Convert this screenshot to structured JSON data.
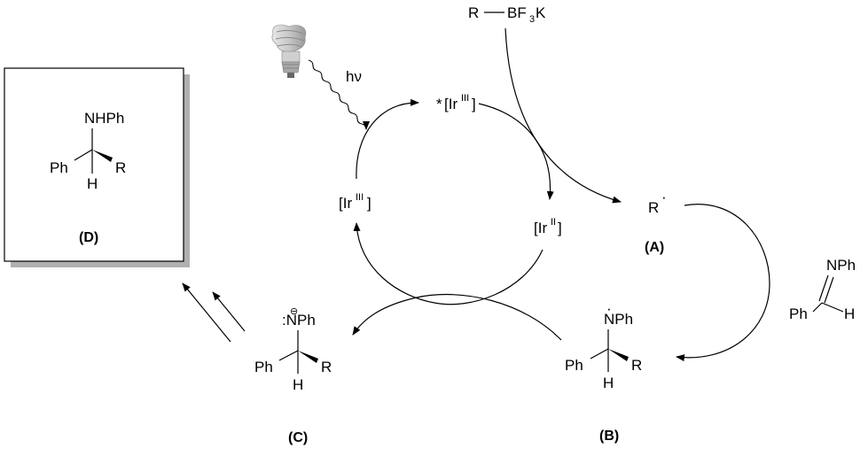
{
  "reagent": {
    "r": "R",
    "b": "BF",
    "sub": "3",
    "k": "K"
  },
  "light": {
    "label": "hν"
  },
  "catalyst": {
    "excited": {
      "star": "*",
      "ir": "[Ir",
      "ox": "III",
      "close": "]"
    },
    "reduced": {
      "ir": "[Ir",
      "ox": "II",
      "close": "]"
    },
    "ground": {
      "ir": "[Ir",
      "ox": "III",
      "close": "]"
    }
  },
  "radical_A": {
    "r": "R",
    "dot": "·",
    "label": "(A)"
  },
  "imine": {
    "n": "NPh",
    "ph": "Ph",
    "h": "H"
  },
  "radical_B": {
    "n": "NPh",
    "dot": "·",
    "ph": "Ph",
    "h": "H",
    "r": "R",
    "label": "(B)"
  },
  "anion_C": {
    "n": ":NPh",
    "charge": "⊖",
    "ph": "Ph",
    "h": "H",
    "r": "R",
    "label": "(C)"
  },
  "product_D": {
    "n": "NHPh",
    "ph": "Ph",
    "h": "H",
    "r": "R",
    "label": "(D)"
  }
}
